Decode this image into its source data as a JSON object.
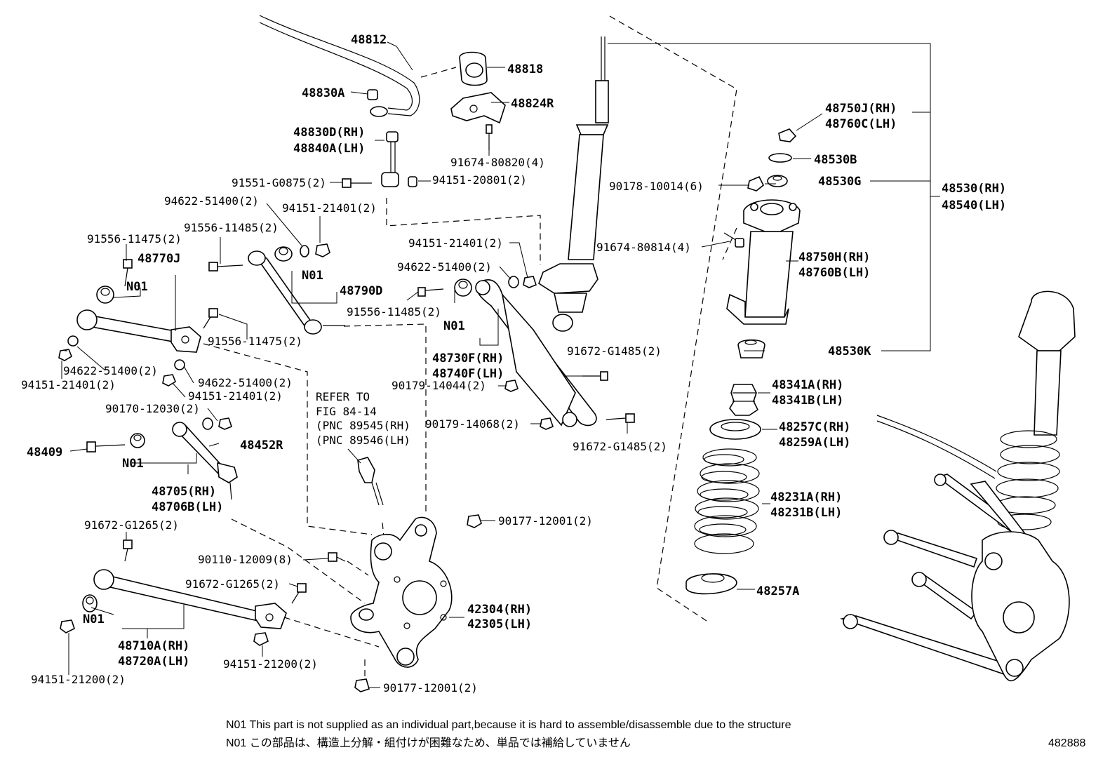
{
  "labels": {
    "p48812": "48812",
    "p48818": "48818",
    "p48830A": "48830A",
    "p48824R": "48824R",
    "p48830D": "48830D(RH)",
    "p48840A": "48840A(LH)",
    "p91674_80820": "91674-80820(4)",
    "p91551_G0875": "91551-G0875(2)",
    "p94151_20801": "94151-20801(2)",
    "p94622_51400_a": "94622-51400(2)",
    "p94151_21401_a": "94151-21401(2)",
    "p91556_11485_a": "91556-11485(2)",
    "p91556_11475_a": "91556-11475(2)",
    "p48770J": "48770J",
    "n01_a": "N01",
    "n01_b": "N01",
    "p48790D": "48790D",
    "p94151_21401_b": "94151-21401(2)",
    "p94622_51400_b": "94622-51400(2)",
    "p91556_11485_b": "91556-11485(2)",
    "n01_c": "N01",
    "p91556_11475_b": "91556-11475(2)",
    "p48730F": "48730F(RH)",
    "p48740F": "48740F(LH)",
    "p90179_14044": "90179-14044(2)",
    "p91672_G1485_a": "91672-G1485(2)",
    "p94622_51400_c": "94622-51400(2)",
    "p94151_21401_c": "94151-21401(2)",
    "p94622_51400_d": "94622-51400(2)",
    "p94151_21401_d": "94151-21401(2)",
    "p90170_12030": "90170-12030(2)",
    "refer1": "REFER TO",
    "refer2": "FIG 84-14",
    "refer3": "(PNC 89545(RH)",
    "refer4": "(PNC 89546(LH)",
    "p90179_14068": "90179-14068(2)",
    "p91672_G1485_b": "91672-G1485(2)",
    "p48409": "48409",
    "p48452R": "48452R",
    "n01_d": "N01",
    "p48705": "48705(RH)",
    "p48706B": "48706B(LH)",
    "p90177_12001_a": "90177-12001(2)",
    "p91672_G1265_a": "91672-G1265(2)",
    "p90110_12009": "90110-12009(8)",
    "p91672_G1265_b": "91672-G1265(2)",
    "p42304": "42304(RH)",
    "p42305": "42305(LH)",
    "n01_e": "N01",
    "p48710A": "48710A(RH)",
    "p48720A": "48720A(LH)",
    "p94151_21200_a": "94151-21200(2)",
    "p94151_21200_b": "94151-21200(2)",
    "p90177_12001_b": "90177-12001(2)",
    "p48750J": "48750J(RH)",
    "p48760C": "48760C(LH)",
    "p48530B": "48530B",
    "p90178_10014": "90178-10014(6)",
    "p48530G": "48530G",
    "p48530": "48530(RH)",
    "p48540": "48540(LH)",
    "p91674_80814": "91674-80814(4)",
    "p48750H": "48750H(RH)",
    "p48760B": "48760B(LH)",
    "p48530K": "48530K",
    "p48341A": "48341A(RH)",
    "p48341B": "48341B(LH)",
    "p48257C": "48257C(RH)",
    "p48259A": "48259A(LH)",
    "p48231A": "48231A(RH)",
    "p48231B": "48231B(LH)",
    "p48257A": "48257A"
  },
  "footnotes": {
    "en": "N01  This part is not supplied as an individual part,because it is hard to assemble/disassemble due to the structure",
    "ja": "N01  この部品は、構造上分解・組付けが困難なため、単品では補給していません"
  },
  "diagram_id": "482888"
}
